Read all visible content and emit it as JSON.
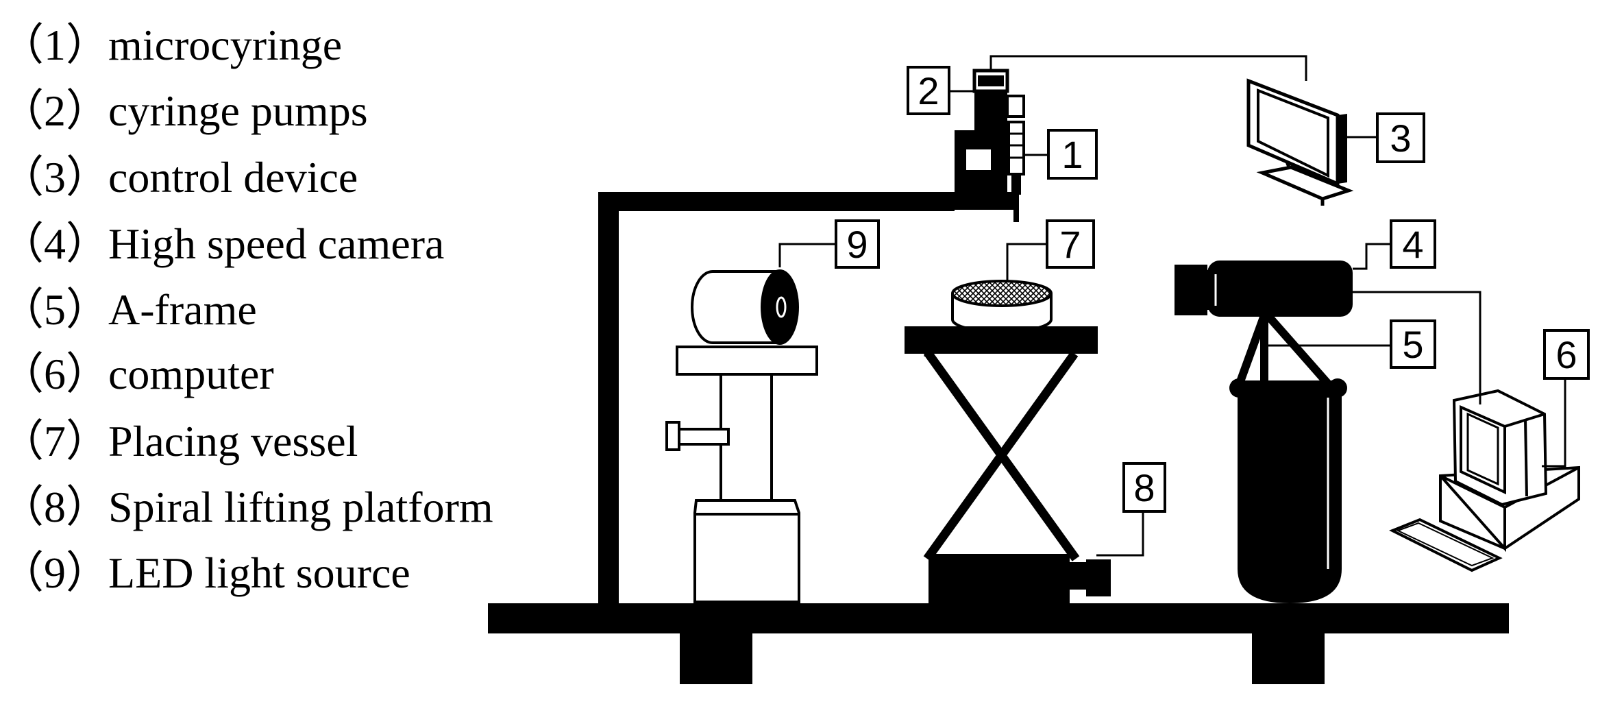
{
  "legend": [
    {
      "num": "（1）",
      "label": "microcyringe"
    },
    {
      "num": "（2）",
      "label": "cyringe pumps"
    },
    {
      "num": "（3）",
      "label": "control device"
    },
    {
      "num": "（4）",
      "label": "High speed camera"
    },
    {
      "num": "（5）",
      "label": "A-frame"
    },
    {
      "num": "（6）",
      "label": "computer"
    },
    {
      "num": "（7）",
      "label": "Placing vessel"
    },
    {
      "num": "（8）",
      "label": "Spiral lifting platform"
    },
    {
      "num": "（9）",
      "label": "LED light source"
    }
  ],
  "tags": {
    "t1": "1",
    "t2": "2",
    "t3": "3",
    "t4": "4",
    "t5": "5",
    "t6": "6",
    "t7": "7",
    "t8": "8",
    "t9": "9"
  }
}
